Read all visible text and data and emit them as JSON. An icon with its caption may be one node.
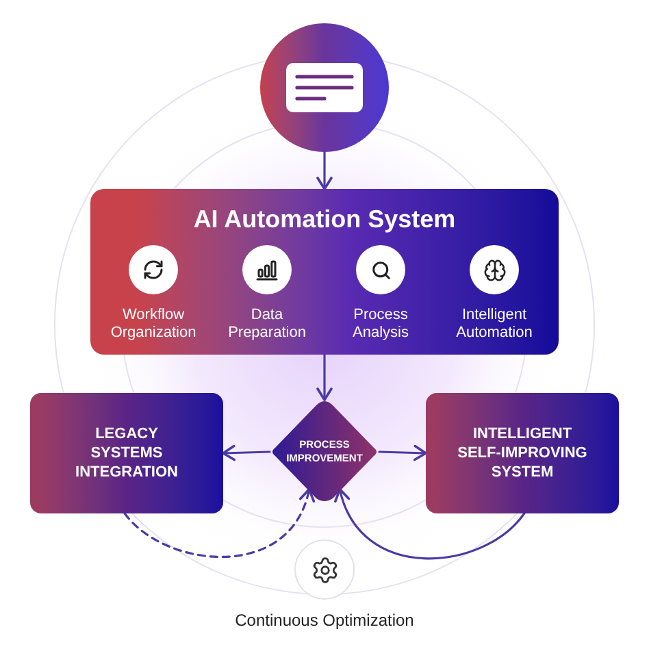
{
  "diagram": {
    "nodes": [
      {
        "text": [],
        "shape": "circle"
      },
      {
        "text": [
          "AI Automation System"
        ]
      },
      {
        "text": [
          "Workflow Organization"
        ],
        "in": 1
      },
      {
        "text": [
          "Data Preparation"
        ],
        "in": 1
      },
      {
        "text": [
          "Process Analysis"
        ],
        "in": 1
      },
      {
        "text": [
          "Intelligent Automation"
        ],
        "in": 1
      },
      {
        "text": [
          "LEGACY SYSTEMS INTEGRATION"
        ]
      },
      {
        "text": [
          "PROCESS IMPROVEMENT"
        ]
      },
      {
        "text": [
          "INTELLIGENT SELF-IMPROVING SYSTEM"
        ]
      },
      {
        "text": [
          "Continuous Optimization"
        ]
      }
    ],
    "edges": [
      {
        "from": 0,
        "to": 1,
        "arrow": "to"
      },
      {
        "from": 1,
        "to": 7,
        "arrow": "to"
      },
      {
        "from": 7,
        "to": 6,
        "arrow": "to"
      },
      {
        "from": 7,
        "to": 8,
        "arrow": "to"
      },
      {
        "from": 6,
        "to": 7,
        "arrow": "to",
        "style": "dashed"
      },
      {
        "from": 8,
        "to": 7,
        "arrow": "to"
      }
    ]
  }
}
